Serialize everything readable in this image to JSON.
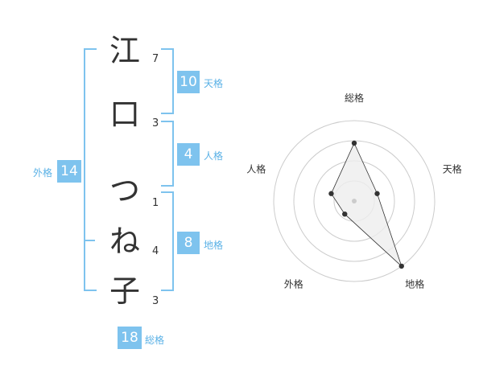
{
  "name": {
    "chars": [
      "江",
      "口",
      "つ",
      "ね",
      "子"
    ],
    "strokes": [
      "7",
      "3",
      "1",
      "4",
      "3"
    ]
  },
  "fortune": {
    "tenkaku": {
      "value": "10",
      "label": "天格"
    },
    "jinkaku": {
      "value": "4",
      "label": "人格"
    },
    "chikaku": {
      "value": "8",
      "label": "地格"
    },
    "gaikaku": {
      "value": "14",
      "label": "外格"
    },
    "soukaku": {
      "value": "18",
      "label": "総格"
    }
  },
  "chart_data": {
    "type": "radar",
    "axes": [
      "総格",
      "天格",
      "地格",
      "外格",
      "人格"
    ],
    "values": [
      0.72,
      0.3,
      1.0,
      0.2,
      0.3
    ],
    "rings": 4,
    "colors": {
      "stroke": "#333333",
      "fill": "#eeeeee",
      "grid": "#cccccc",
      "center": "#cccccc"
    }
  }
}
